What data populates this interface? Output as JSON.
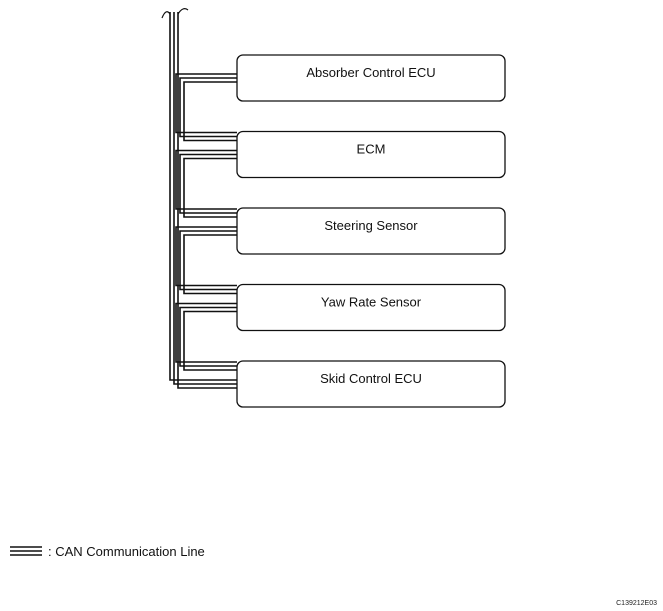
{
  "diagram": {
    "nodes": [
      {
        "id": "absorber-control-ecu",
        "label": "Absorber Control ECU"
      },
      {
        "id": "ecm",
        "label": "ECM"
      },
      {
        "id": "steering-sensor",
        "label": "Steering Sensor"
      },
      {
        "id": "yaw-rate-sensor",
        "label": "Yaw Rate Sensor"
      },
      {
        "id": "skid-control-ecu",
        "label": "Skid Control ECU"
      }
    ],
    "bus": "CAN"
  },
  "legend": {
    "separator_label": ": CAN Communication Line"
  },
  "figure_code": "C139212E03"
}
